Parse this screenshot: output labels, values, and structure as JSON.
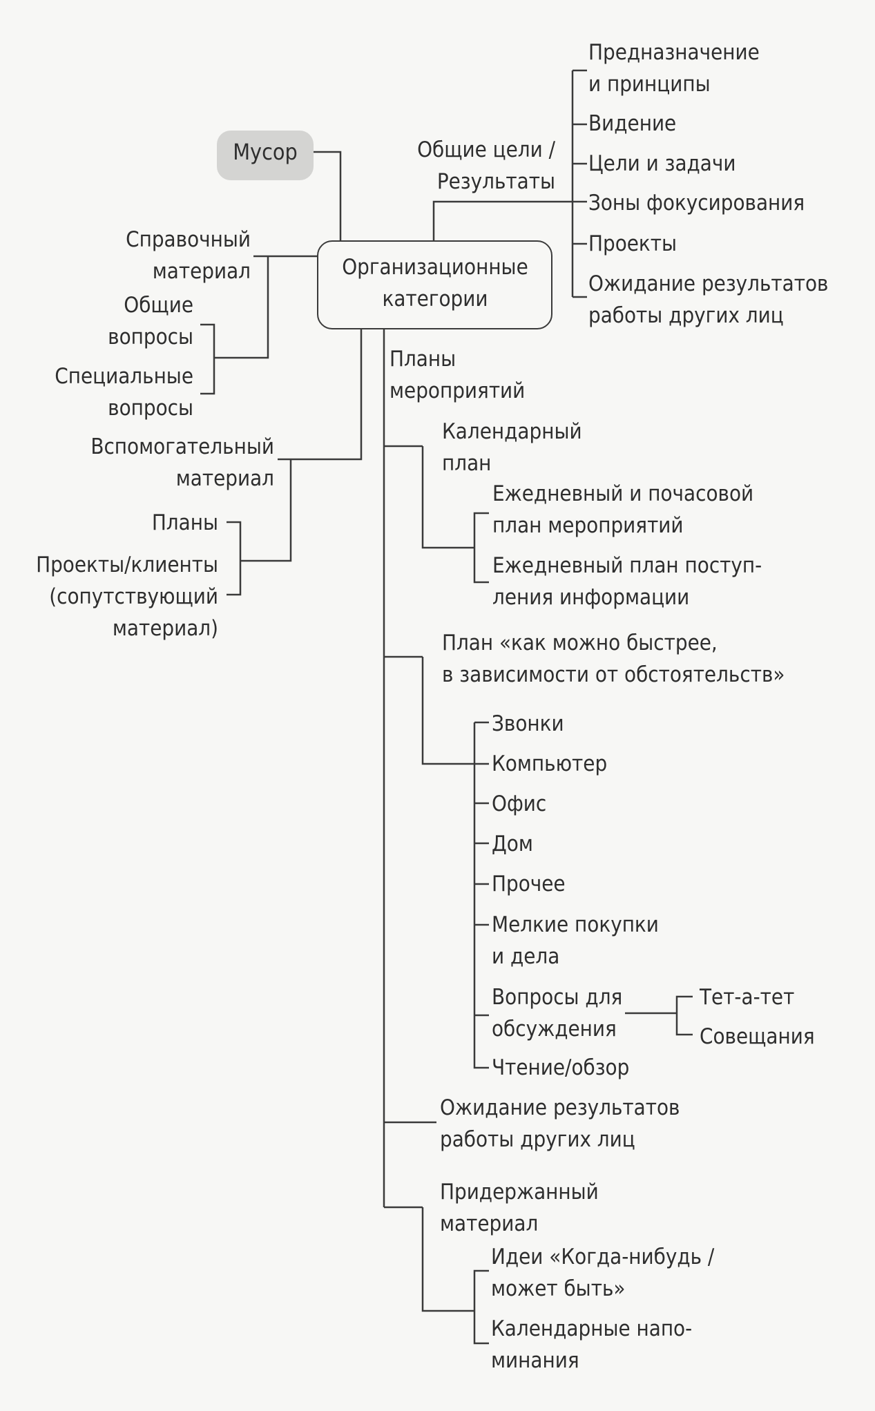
{
  "root": "Организационные\nкатегории",
  "trash": "Мусор",
  "goals": {
    "label": "Общие цели /\nРезультаты",
    "items": [
      "Предназначение\nи принципы",
      "Видение",
      "Цели и задачи",
      "Зоны фокусирования",
      "Проекты",
      "Ожидание результатов\nработы других лиц"
    ]
  },
  "reference": {
    "label": "Справочный\nматериал",
    "items": [
      "Общие\nвопросы",
      "Специальные\nвопросы"
    ]
  },
  "support": {
    "label": "Вспомогательный\nматериал",
    "items": [
      "Планы",
      "Проекты/клиенты\n(сопутствующий\nматериал)"
    ]
  },
  "action": {
    "label": "Планы\nмероприятий",
    "calendar": {
      "label": "Календарный\nплан",
      "items": [
        "Ежедневный и почасовой\nплан мероприятий",
        "Ежедневный план поступ-\nления информации"
      ]
    },
    "asap": {
      "label": "План «как можно быстрее,\nв зависимости от обстоятельств»",
      "items": [
        "Звонки",
        "Компьютер",
        "Офис",
        "Дом",
        "Прочее",
        "Мелкие покупки\nи дела",
        "Вопросы для\nобсуждения",
        "Чтение/обзор"
      ],
      "discussion": [
        "Тет-а-тет",
        "Совещания"
      ]
    },
    "waiting": "Ожидание результатов\nработы других лиц",
    "held": {
      "label": "Придержанный\nматериал",
      "items": [
        "Идеи «Когда-нибудь /\nможет быть»",
        "Календарные напо-\nминания"
      ]
    }
  }
}
